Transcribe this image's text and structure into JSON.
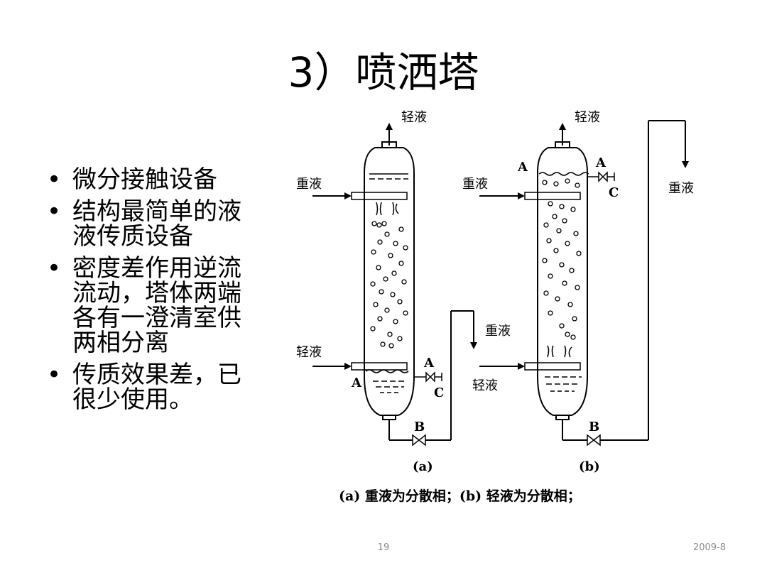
{
  "slide": {
    "title": "3）喷洒塔",
    "bullets": [
      "微分接触设备",
      "结构最简单的液液传质设备",
      "密度差作用逆流流动，塔体两端各有一澄清室供两相分离",
      "传质效果差，已很少使用。"
    ],
    "page_number": "19",
    "date": "2009-8"
  },
  "diagram": {
    "labels": {
      "light_liquid": "轻液",
      "heavy_liquid": "重液",
      "point_a": "A",
      "point_b": "B",
      "point_c": "C",
      "fig_a": "(a)",
      "fig_b": "(b)"
    },
    "caption": "(a) 重液为分散相；(b) 轻液为分散相；"
  }
}
